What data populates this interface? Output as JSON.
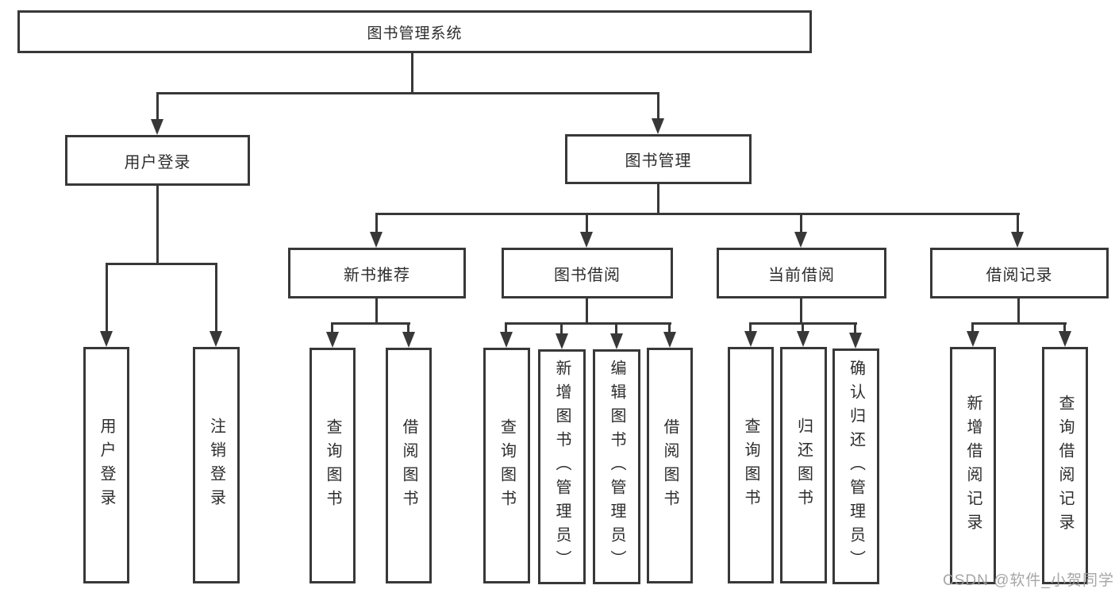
{
  "diagram": {
    "root": {
      "label": "图书管理系统"
    },
    "branches": [
      {
        "label": "用户登录",
        "children": [
          {
            "label": "用户登录"
          },
          {
            "label": "注销登录"
          }
        ]
      },
      {
        "label": "图书管理",
        "children": [
          {
            "label": "新书推荐",
            "children": [
              {
                "label": "查询图书"
              },
              {
                "label": "借阅图书"
              }
            ]
          },
          {
            "label": "图书借阅",
            "children": [
              {
                "label": "查询图书"
              },
              {
                "label": "新增图书（管理员）"
              },
              {
                "label": "编辑图书（管理员）"
              },
              {
                "label": "借阅图书"
              }
            ]
          },
          {
            "label": "当前借阅",
            "children": [
              {
                "label": "查询图书"
              },
              {
                "label": "归还图书"
              },
              {
                "label": "确认归还（管理员）"
              }
            ]
          },
          {
            "label": "借阅记录",
            "children": [
              {
                "label": "新增借阅记录"
              },
              {
                "label": "查询借阅记录"
              }
            ]
          }
        ]
      }
    ]
  },
  "watermark": {
    "text": "CSDN @软件_小贺同学"
  },
  "colors": {
    "line": "#383838",
    "box_border": "#383838",
    "text": "#2d2d2d",
    "watermark": "#9f9f9f",
    "background": "#ffffff"
  }
}
